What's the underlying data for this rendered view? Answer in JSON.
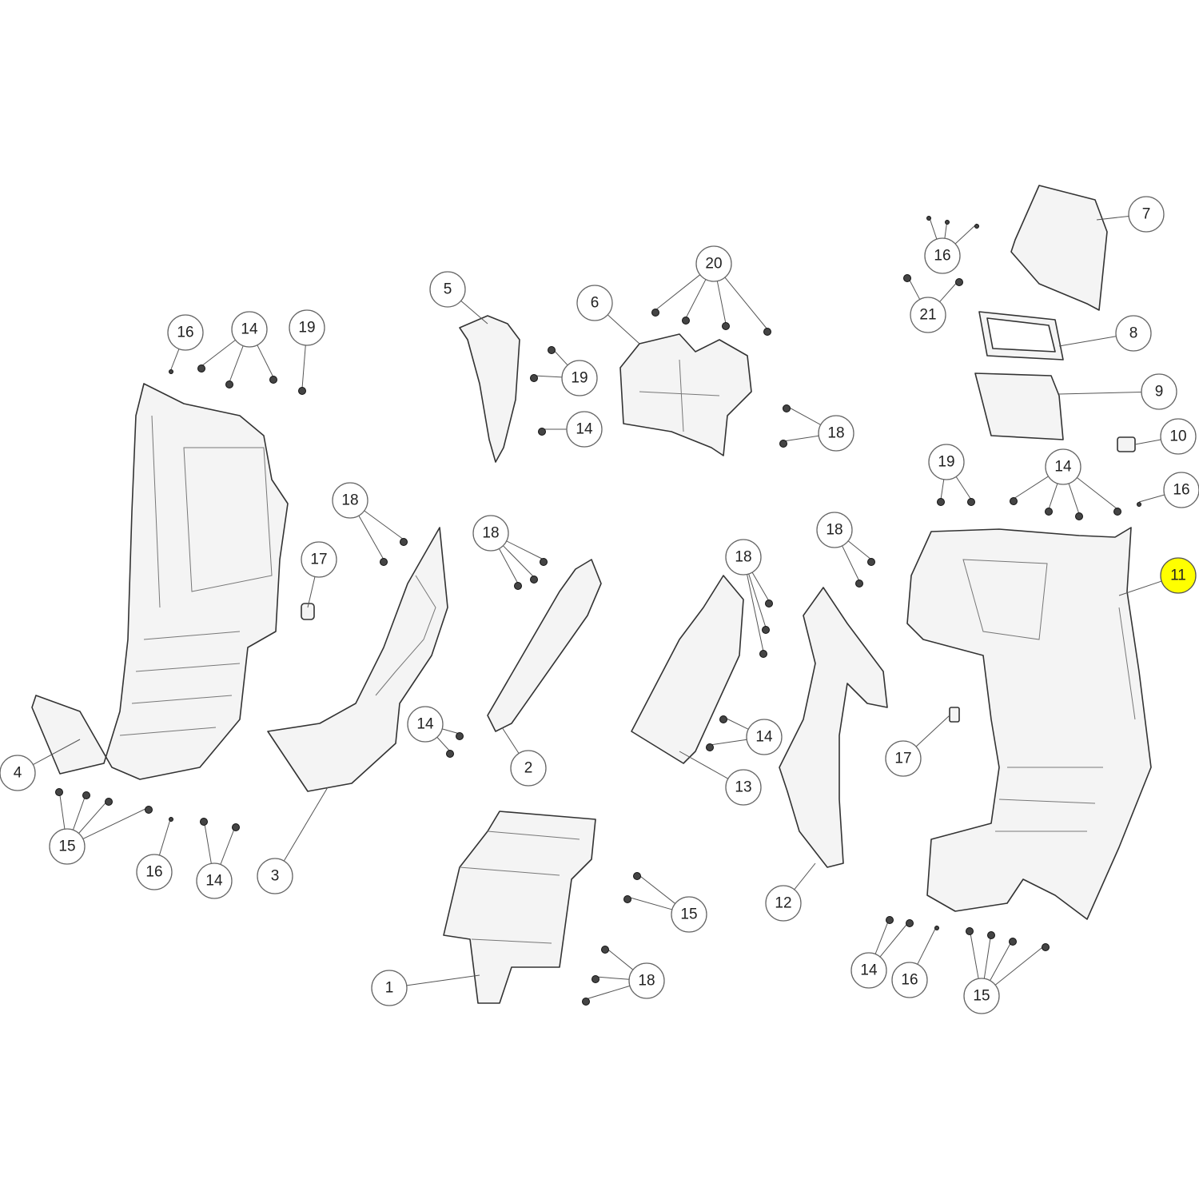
{
  "diagram": {
    "type": "exploded-parts-view",
    "highlight_color": "#ffff00",
    "highlighted_callout": "11",
    "callouts": [
      {
        "label": "16"
      },
      {
        "label": "14"
      },
      {
        "label": "19"
      },
      {
        "label": "5"
      },
      {
        "label": "6"
      },
      {
        "label": "20"
      },
      {
        "label": "7"
      },
      {
        "label": "16"
      },
      {
        "label": "21"
      },
      {
        "label": "8"
      },
      {
        "label": "9"
      },
      {
        "label": "10"
      },
      {
        "label": "19"
      },
      {
        "label": "14"
      },
      {
        "label": "18"
      },
      {
        "label": "19"
      },
      {
        "label": "14"
      },
      {
        "label": "16"
      },
      {
        "label": "11"
      },
      {
        "label": "18"
      },
      {
        "label": "18"
      },
      {
        "label": "17"
      },
      {
        "label": "18"
      },
      {
        "label": "18"
      },
      {
        "label": "14"
      },
      {
        "label": "2"
      },
      {
        "label": "14"
      },
      {
        "label": "13"
      },
      {
        "label": "17"
      },
      {
        "label": "4"
      },
      {
        "label": "15"
      },
      {
        "label": "16"
      },
      {
        "label": "14"
      },
      {
        "label": "3"
      },
      {
        "label": "15"
      },
      {
        "label": "12"
      },
      {
        "label": "1"
      },
      {
        "label": "18"
      },
      {
        "label": "14"
      },
      {
        "label": "16"
      },
      {
        "label": "15"
      }
    ]
  }
}
